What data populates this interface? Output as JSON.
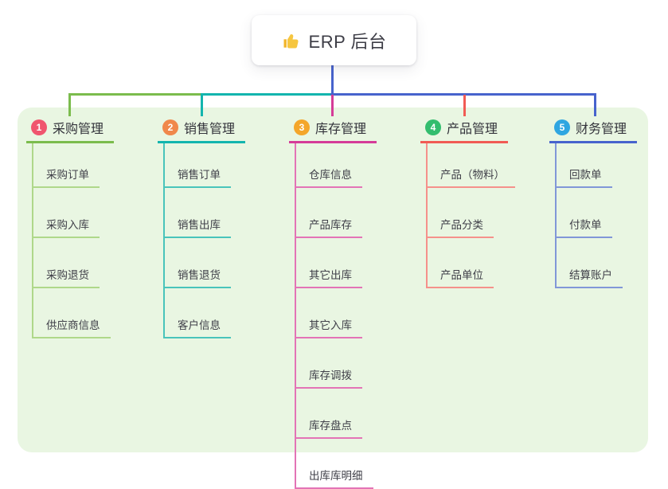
{
  "root": {
    "label": "ERP 后台",
    "icon": "thumbs-up-icon",
    "icon_color": "#f2b52b"
  },
  "palette": {
    "canvas_bg": "#ffffff",
    "panel_bg": "#e9f6e2",
    "root_text": "#3d3d46",
    "topic_text": "#33333b",
    "child_text": "#404049",
    "root_stem": "#4763cd"
  },
  "branches": [
    {
      "badge": "1",
      "label": "采购管理",
      "line_color": "#7bbc4d",
      "child_line_color": "#afd88a",
      "badge_color": "#f0556e",
      "children": [
        "采购订单",
        "采购入库",
        "采购退货",
        "供应商信息"
      ]
    },
    {
      "badge": "2",
      "label": "销售管理",
      "line_color": "#13b5ae",
      "child_line_color": "#49c4bb",
      "badge_color": "#f0884b",
      "children": [
        "销售订单",
        "销售出库",
        "销售退货",
        "客户信息"
      ]
    },
    {
      "badge": "3",
      "label": "库存管理",
      "line_color": "#d53c98",
      "child_line_color": "#e374b6",
      "badge_color": "#f4a62a",
      "children": [
        "仓库信息",
        "产品库存",
        "其它出库",
        "其它入库",
        "库存调拨",
        "库存盘点",
        "出库库明细"
      ]
    },
    {
      "badge": "4",
      "label": "产品管理",
      "line_color": "#f15b54",
      "child_line_color": "#f5918b",
      "badge_color": "#33bd6e",
      "children": [
        "产品（物料）",
        "产品分类",
        "产品单位"
      ]
    },
    {
      "badge": "5",
      "label": "财务管理",
      "line_color": "#4763cd",
      "child_line_color": "#8197d8",
      "badge_color": "#2fa6e1",
      "children": [
        "回款单",
        "付款单",
        "结算账户"
      ]
    }
  ]
}
